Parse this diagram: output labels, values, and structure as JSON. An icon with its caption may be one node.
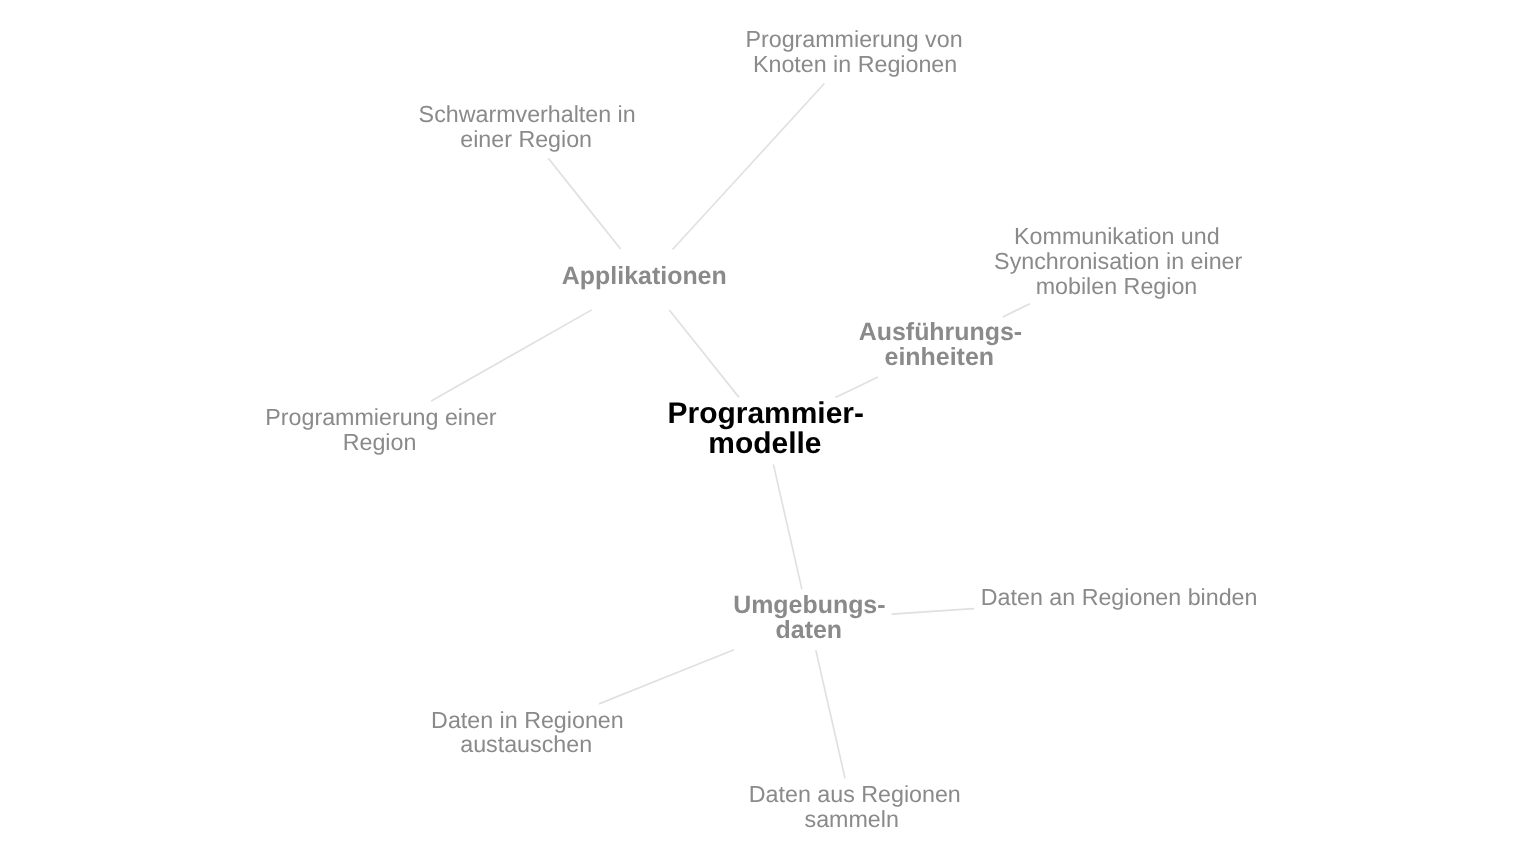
{
  "diagram": {
    "nodes": [
      {
        "text": [
          "Programmier- modelle"
        ]
      },
      {
        "text": [
          "Ausführungs- einheiten"
        ]
      },
      {
        "text": [
          "Kommunikation und Synchronisation in einer mobilen Region"
        ]
      },
      {
        "text": [
          "Applikationen"
        ]
      },
      {
        "text": [
          "Programmierung von Knoten in Regionen"
        ]
      },
      {
        "text": [
          "Schwarmverhalten in einer Region"
        ]
      },
      {
        "text": [
          "Programmierung einer Region"
        ]
      },
      {
        "text": [
          "Umgebungs- daten"
        ]
      },
      {
        "text": [
          "Daten in Regionen austauschen"
        ]
      },
      {
        "text": [
          "Daten aus Regionen sammeln"
        ]
      },
      {
        "text": [
          "Daten an Regionen binden"
        ]
      }
    ],
    "edges": [
      {
        "from": 0,
        "to": 1,
        "arrow": "none"
      },
      {
        "from": 1,
        "to": 2,
        "arrow": "none"
      },
      {
        "from": 0,
        "to": 3,
        "arrow": "none"
      },
      {
        "from": 3,
        "to": 4,
        "arrow": "none"
      },
      {
        "from": 3,
        "to": 5,
        "arrow": "none"
      },
      {
        "from": 3,
        "to": 6,
        "arrow": "none"
      },
      {
        "from": 0,
        "to": 7,
        "arrow": "none"
      },
      {
        "from": 7,
        "to": 8,
        "arrow": "none"
      },
      {
        "from": 7,
        "to": 9,
        "arrow": "none"
      },
      {
        "from": 7,
        "to": 10,
        "arrow": "none"
      }
    ]
  }
}
